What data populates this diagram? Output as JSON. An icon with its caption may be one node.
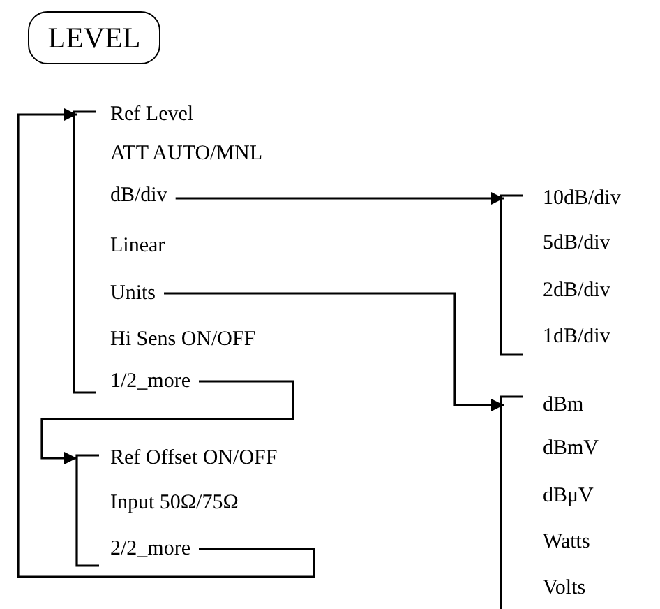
{
  "diagram": {
    "nodes": [
      {
        "text": [
          "LEVEL"
        ]
      },
      {
        "text": [
          "Ref Level"
        ]
      },
      {
        "text": [
          "ATT AUTO/MNL"
        ]
      },
      {
        "text": [
          "dB/div"
        ]
      },
      {
        "text": [
          "Linear"
        ]
      },
      {
        "text": [
          "Units"
        ]
      },
      {
        "text": [
          "Hi Sens ON/OFF"
        ]
      },
      {
        "text": [
          "1/2_more"
        ]
      },
      {
        "text": [
          "10dB/div"
        ]
      },
      {
        "text": [
          "5dB/div"
        ]
      },
      {
        "text": [
          "2dB/div"
        ]
      },
      {
        "text": [
          "1dB/div"
        ]
      },
      {
        "text": [
          "dBm"
        ]
      },
      {
        "text": [
          "dBmV"
        ]
      },
      {
        "text": [
          "dBμV"
        ]
      },
      {
        "text": [
          "Watts"
        ]
      },
      {
        "text": [
          "Volts"
        ]
      },
      {
        "text": [
          "Ref Offset ON/OFF"
        ]
      },
      {
        "text": [
          "Input 50Ω/75Ω"
        ]
      },
      {
        "text": [
          "2/2_more"
        ]
      }
    ],
    "edges": [
      {
        "from": 3,
        "to": 8,
        "arrow": "to"
      },
      {
        "from": 5,
        "to": 12,
        "arrow": "to"
      },
      {
        "from": 7,
        "to": 17,
        "arrow": "to"
      },
      {
        "from": 19,
        "to": 1,
        "arrow": "to"
      }
    ]
  }
}
